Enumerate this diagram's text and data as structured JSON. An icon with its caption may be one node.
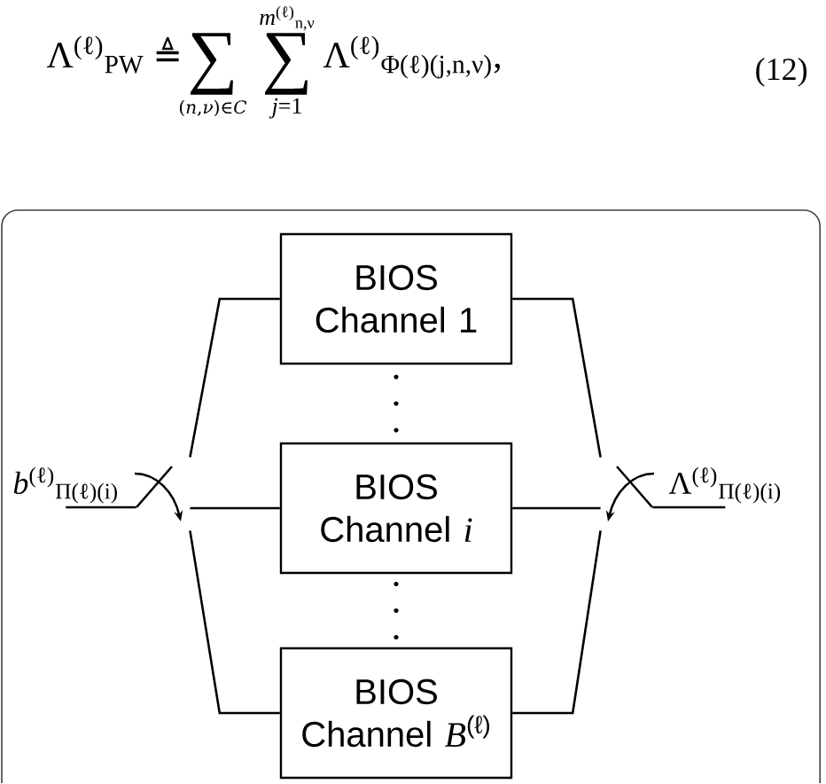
{
  "diagram": {
    "nodes": [
      {
        "text": [
          "*b*$^{(ℓ)}$$_{Π(ℓ)(i)}$"
        ]
      },
      {
        "text": [],
        "shape": "switch"
      },
      {
        "text": [
          "BIOS Channel 1"
        ]
      },
      {
        "text": [
          "BIOS Channel *i*"
        ]
      },
      {
        "text": [
          "BIOS Channel *B*$^{(ℓ)}$"
        ]
      },
      {
        "text": [],
        "shape": "switch"
      },
      {
        "text": [
          "Λ$^{(ℓ)}$$_{Π(ℓ)(i)}$"
        ]
      }
    ],
    "edges": [
      {
        "from": 0,
        "to": 1,
        "arrow": "none"
      },
      {
        "from": 1,
        "to": 2,
        "arrow": "none"
      },
      {
        "from": 1,
        "to": 3,
        "arrow": "none"
      },
      {
        "from": 1,
        "to": 4,
        "arrow": "none"
      },
      {
        "from": 2,
        "to": 5,
        "arrow": "none"
      },
      {
        "from": 3,
        "to": 5,
        "arrow": "none"
      },
      {
        "from": 4,
        "to": 5,
        "arrow": "none"
      },
      {
        "from": 5,
        "to": 6,
        "arrow": "none"
      }
    ],
    "labels": [
      "Λ$^{(ℓ)}$$_{PW}$",
      "≜",
      "∑",
      "(*n*,*ν*)∈*C*",
      "∑",
      "*j*=1",
      "*m*$^{(ℓ)}$$_{n,ν}$",
      "Λ$^{(ℓ)}$$_{Φ(ℓ)(j,n,ν)}$,",
      "(12)"
    ]
  }
}
